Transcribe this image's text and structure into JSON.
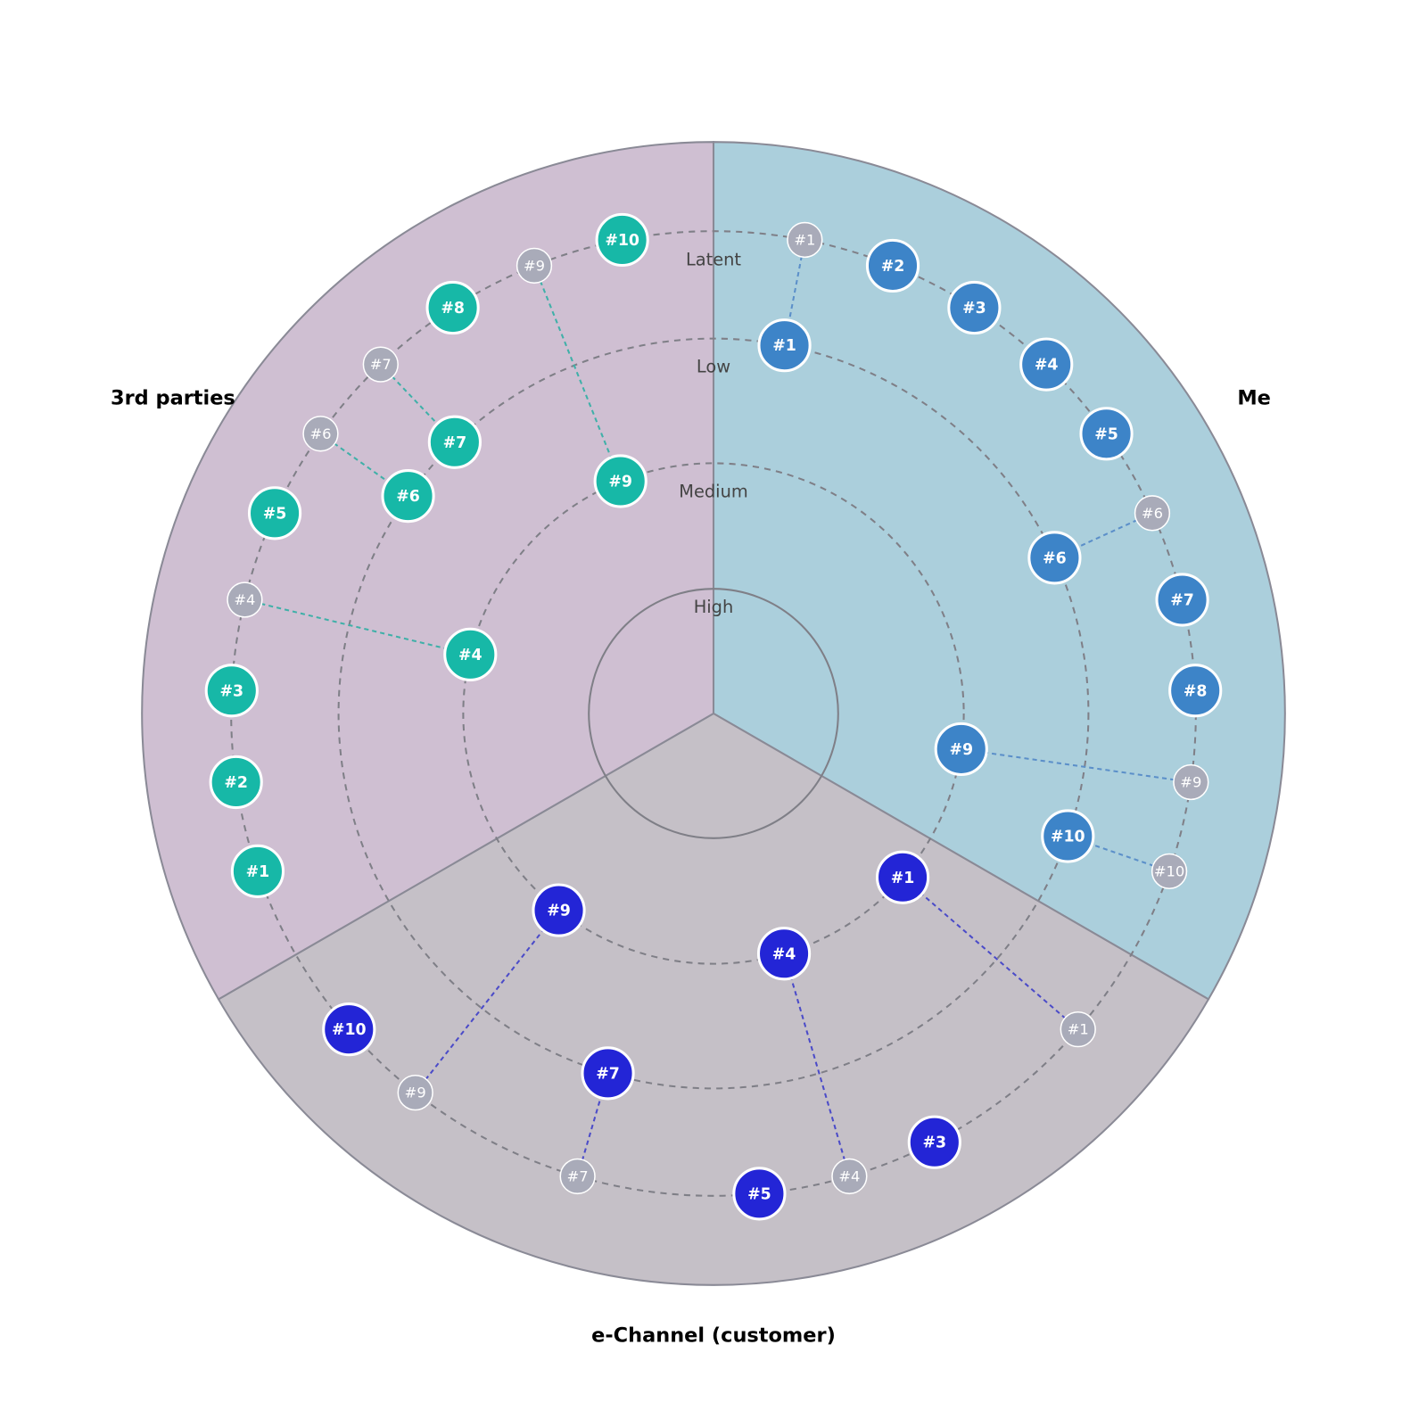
{
  "chart_data": {
    "type": "radar-bullseye",
    "title": "",
    "levels": [
      "High",
      "Medium",
      "Low",
      "Latent"
    ],
    "sectors": [
      {
        "name": "Me",
        "fill": "#abcfdc",
        "dot_color": "#3d84c8",
        "line_color": "#5b8fc9",
        "items": [
          {
            "label": "#1",
            "rank": 1,
            "level": "Low",
            "previous_level": "Latent"
          },
          {
            "label": "#2",
            "rank": 2,
            "level": "Latent"
          },
          {
            "label": "#3",
            "rank": 3,
            "level": "Latent"
          },
          {
            "label": "#4",
            "rank": 4,
            "level": "Latent"
          },
          {
            "label": "#5",
            "rank": 5,
            "level": "Latent"
          },
          {
            "label": "#6",
            "rank": 6,
            "level": "Low",
            "previous_level": "Latent"
          },
          {
            "label": "#7",
            "rank": 7,
            "level": "Latent"
          },
          {
            "label": "#8",
            "rank": 8,
            "level": "Latent"
          },
          {
            "label": "#9",
            "rank": 9,
            "level": "Medium",
            "previous_level": "Latent"
          },
          {
            "label": "#10",
            "rank": 10,
            "level": "Low",
            "previous_level": "Latent"
          }
        ]
      },
      {
        "name": "e-Channel (customer)",
        "fill": "#c5c0c7",
        "dot_color": "#2325d6",
        "line_color": "#4b4bc8",
        "items": [
          {
            "label": "#1",
            "rank": 1,
            "level": "Medium",
            "previous_level": "Latent"
          },
          {
            "label": "#3",
            "rank": 3,
            "level": "Latent"
          },
          {
            "label": "#4",
            "rank": 4,
            "level": "Medium",
            "previous_level": "Latent"
          },
          {
            "label": "#5",
            "rank": 5,
            "level": "Latent"
          },
          {
            "label": "#7",
            "rank": 7,
            "level": "Low",
            "previous_level": "Latent"
          },
          {
            "label": "#9",
            "rank": 9,
            "level": "Medium",
            "previous_level": "Latent"
          },
          {
            "label": "#10",
            "rank": 10,
            "level": "Latent"
          }
        ]
      },
      {
        "name": "3rd parties",
        "fill": "#cfbfd2",
        "dot_color": "#17b8a7",
        "line_color": "#3fb0a8",
        "items": [
          {
            "label": "#1",
            "rank": 1,
            "level": "Latent"
          },
          {
            "label": "#2",
            "rank": 2,
            "level": "Latent"
          },
          {
            "label": "#3",
            "rank": 3,
            "level": "Latent"
          },
          {
            "label": "#4",
            "rank": 4,
            "level": "Medium",
            "previous_level": "Latent"
          },
          {
            "label": "#5",
            "rank": 5,
            "level": "Latent"
          },
          {
            "label": "#6",
            "rank": 6,
            "level": "Low",
            "previous_level": "Latent"
          },
          {
            "label": "#7",
            "rank": 7,
            "level": "Low",
            "previous_level": "Latent"
          },
          {
            "label": "#8",
            "rank": 8,
            "level": "Latent"
          },
          {
            "label": "#9",
            "rank": 9,
            "level": "Medium",
            "previous_level": "Latent"
          },
          {
            "label": "#10",
            "rank": 10,
            "level": "Latent"
          }
        ]
      }
    ],
    "ghost_color": "#a9abb9"
  }
}
